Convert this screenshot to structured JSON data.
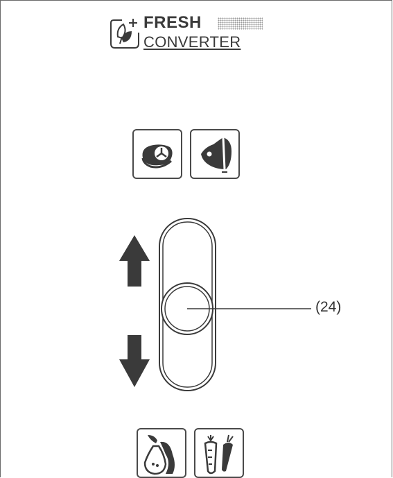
{
  "logo": {
    "line1": "FRESH",
    "line2": "CONVERTER",
    "icon": "leaf-plus-icon"
  },
  "top_buttons": [
    {
      "icon": "meat-steak-icon"
    },
    {
      "icon": "fish-icon"
    }
  ],
  "bottom_buttons": [
    {
      "icon": "fruit-pear-icon"
    },
    {
      "icon": "vegetable-carrot-icon"
    }
  ],
  "slider": {
    "up_icon": "arrow-up-icon",
    "down_icon": "arrow-down-icon",
    "callout_label": "(24)"
  },
  "colors": {
    "ink": "#333333",
    "outline": "#4a4a4a"
  }
}
